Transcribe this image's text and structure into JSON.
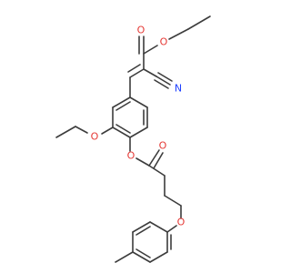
{
  "molecule": {
    "atoms": {
      "carbonyl_o_ester_top": "O",
      "ester_o_top": "O",
      "nitrile_n": "N",
      "ethoxy_o": "O",
      "aryl_ester_o": "O",
      "butanoate_carbonyl_o": "O",
      "ether_o": "O"
    }
  },
  "colors": {
    "bond": "#3c3c3c",
    "oxygen": "#e53935",
    "nitrogen": "#1e40ff"
  }
}
